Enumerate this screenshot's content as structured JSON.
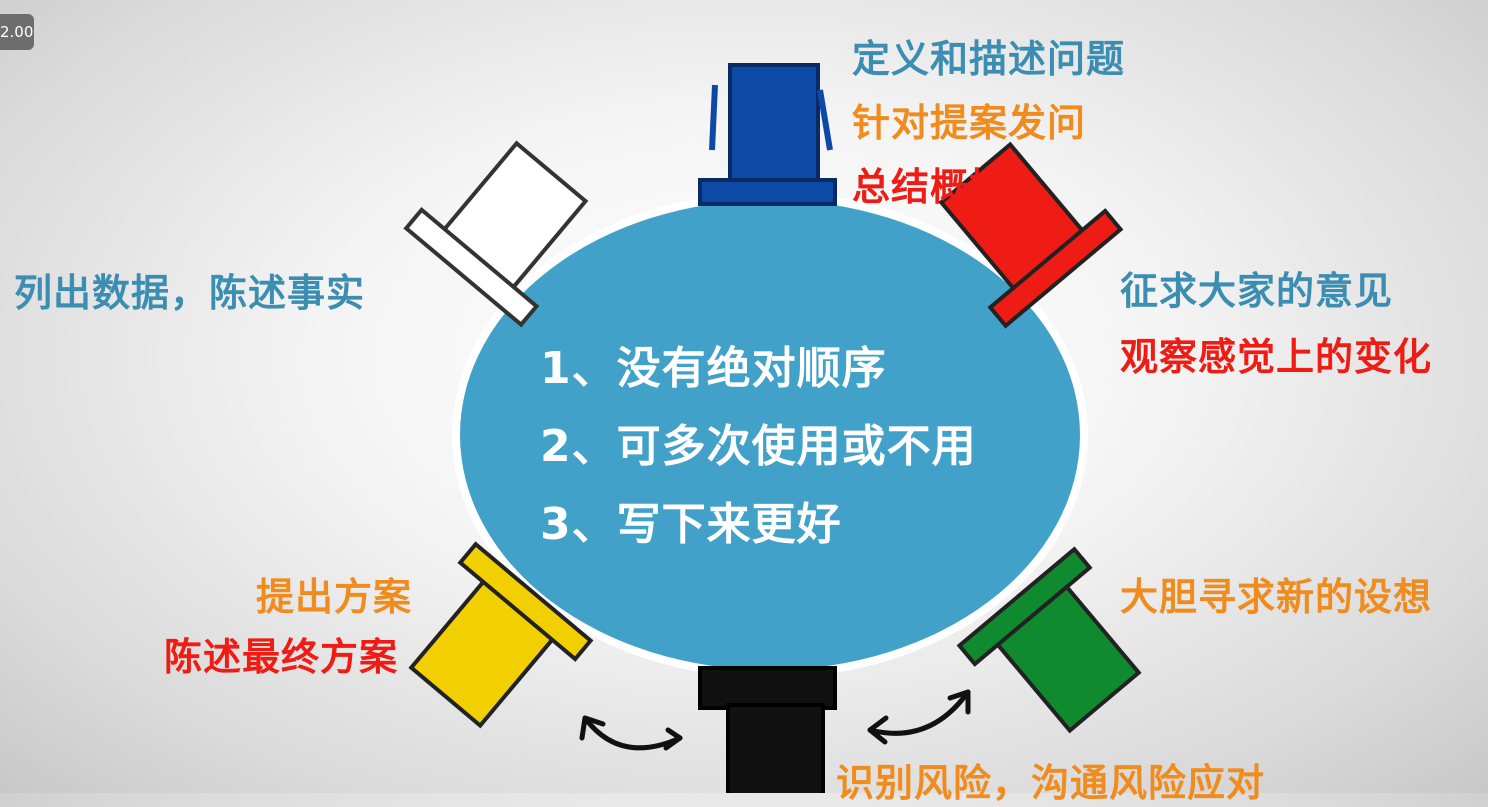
{
  "player": {
    "speed_badge": "2.00"
  },
  "center_rules": [
    "1、没有绝对顺序",
    "2、可多次使用或不用",
    "3、写下来更好"
  ],
  "hats": {
    "blue": {
      "lines": [
        "定义和描述问题",
        "针对提案发问",
        "总结概括"
      ],
      "colors": [
        "#3b8db2",
        "#f08b1e",
        "#ee1c14"
      ],
      "hat_color": "#0c4aa6"
    },
    "white": {
      "lines": [
        "列出数据，陈述事实"
      ],
      "colors": [
        "#3b8db2"
      ],
      "hat_color": "#ffffff"
    },
    "red": {
      "lines": [
        "征求大家的意见",
        "观察感觉上的变化"
      ],
      "colors": [
        "#3b8db2",
        "#ee1c14"
      ],
      "hat_color": "#ee1c14"
    },
    "yellow": {
      "lines": [
        "提出方案",
        "陈述最终方案"
      ],
      "colors": [
        "#f08b1e",
        "#ee1c14"
      ],
      "hat_color": "#f2cf00"
    },
    "green": {
      "lines": [
        "大胆寻求新的设想"
      ],
      "colors": [
        "#f08b1e"
      ],
      "hat_color": "#0f8a2e"
    },
    "black": {
      "lines": [
        "识别风险，沟通风险应对"
      ],
      "colors": [
        "#f08b1e"
      ],
      "hat_color": "#111111"
    }
  },
  "table_color": "#41a1c9"
}
